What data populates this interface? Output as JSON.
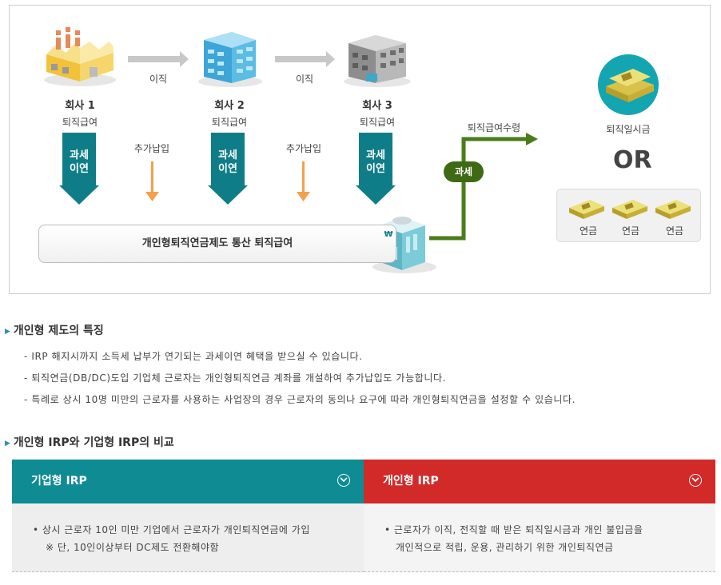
{
  "diagram": {
    "companies": [
      {
        "name": "회사 1",
        "sub": "퇴직급여",
        "arrow": "과세\n이연"
      },
      {
        "name": "회사 2",
        "sub": "퇴직급여",
        "arrow": "과세\n이연"
      },
      {
        "name": "회사 3",
        "sub": "퇴직급여",
        "arrow": "과세\n이연"
      }
    ],
    "transfer_label": "이직",
    "extra_payment_label": "추가납입",
    "total_box": "개인형퇴직연금제도 통산 퇴직급여",
    "receive_label": "퇴직급여수령",
    "tax_label": "과세",
    "lump_sum_label": "퇴직일시금",
    "or_label": "OR",
    "annuity_label": "연금",
    "bank_symbol": "₩",
    "colors": {
      "teal": "#0f7d88",
      "orange": "#f5a04a",
      "green": "#4a7d1a",
      "red": "#d12a28"
    }
  },
  "features": {
    "title": "개인형 제도의 특징",
    "items": [
      "- IRP 해지시까지 소득세 납부가 연기되는 과세이연 혜택을 받으실 수 있습니다.",
      "- 퇴직연금(DB/DC)도입 기업체 근로자는 개인형퇴직연금 계좌를 개설하여 추가납입도 가능합니다.",
      "- 특례로 상시 10명 미만의 근로자를 사용하는 사업장의 경우 근로자의 동의나 요구에 따라 개인형퇴직연금을 설정할 수 있습니다."
    ]
  },
  "comparison": {
    "title": "개인형 IRP와 기업형 IRP의 비교",
    "corporate": {
      "title": "기업형 IRP",
      "line1": "• 상시 근로자 10인 미만 기업에서 근로자가 개인퇴직연금에 가입",
      "line2": "※ 단, 10인이상부터 DC제도 전환해야함"
    },
    "individual": {
      "title": "개인형 IRP",
      "line1": "• 근로자가 이직, 전직할 때 받은 퇴직일시금과 개인 불입금을",
      "line2": "개인적으로 적립, 운용, 관리하기 위한 개인퇴직연금"
    }
  }
}
